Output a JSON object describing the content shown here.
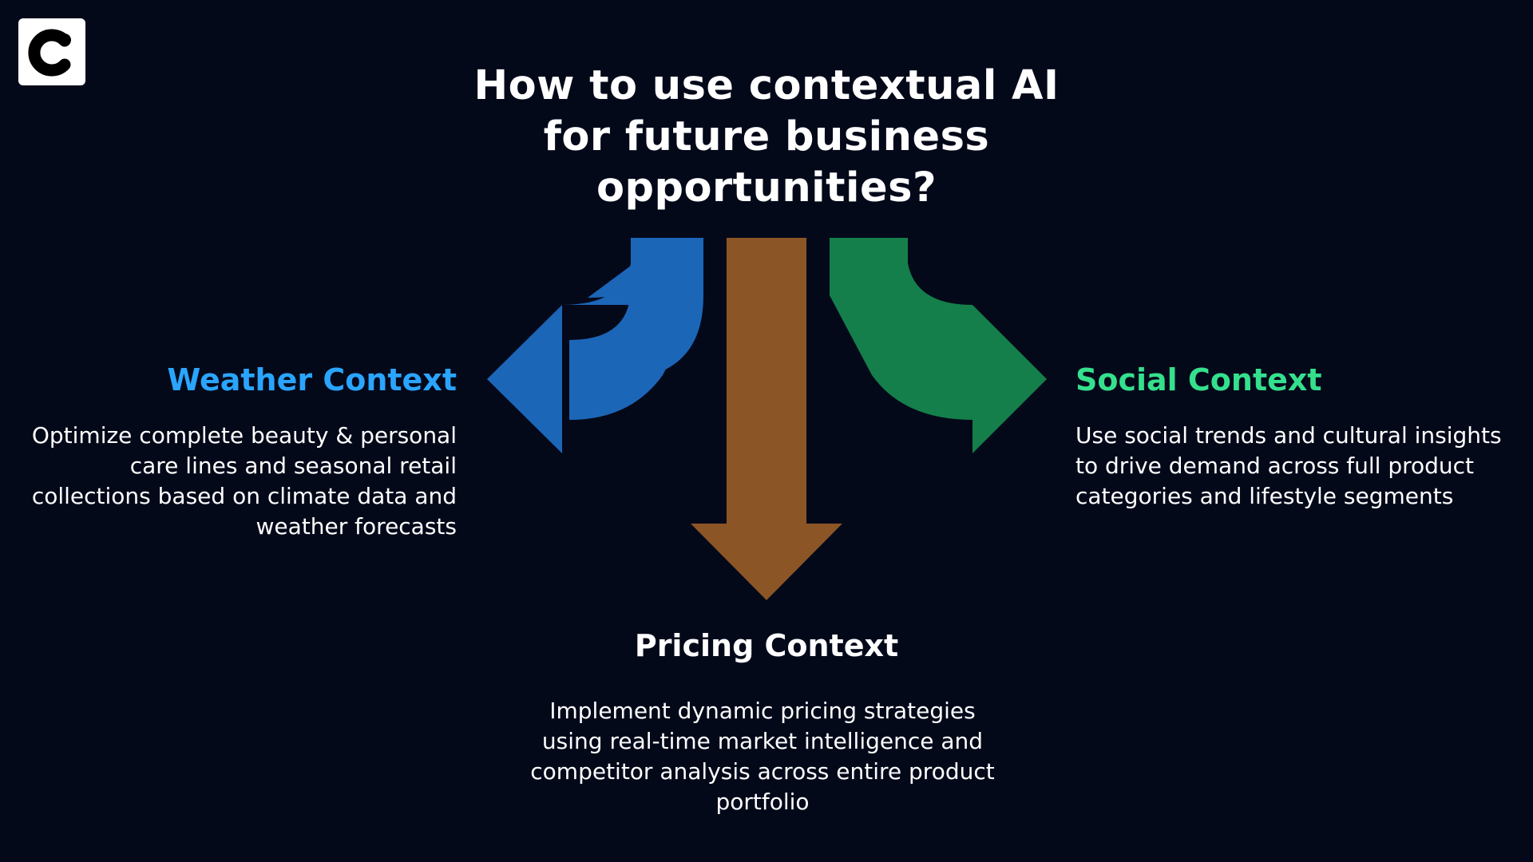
{
  "title": "How to use contextual AI for future business opportunities?",
  "colors": {
    "background": "#04091a",
    "weather": "#2aa5ff",
    "social": "#35e08d",
    "pricing": "#ffffff",
    "arrow_weather": "#1c66b8",
    "arrow_pricing": "#8c5526",
    "arrow_social": "#147f4a"
  },
  "logo": {
    "icon": "c-logo-icon"
  },
  "weather": {
    "heading": "Weather Context",
    "description": "Optimize complete beauty & personal care lines and seasonal retail collections based on climate data and weather forecasts"
  },
  "social": {
    "heading": "Social Context",
    "description": "Use social trends and cultural insights to drive demand across full product categories and lifestyle segments"
  },
  "pricing": {
    "heading": "Pricing Context",
    "description": "Implement dynamic pricing strategies using real-time market intelligence and competitor analysis across entire product portfolio"
  }
}
